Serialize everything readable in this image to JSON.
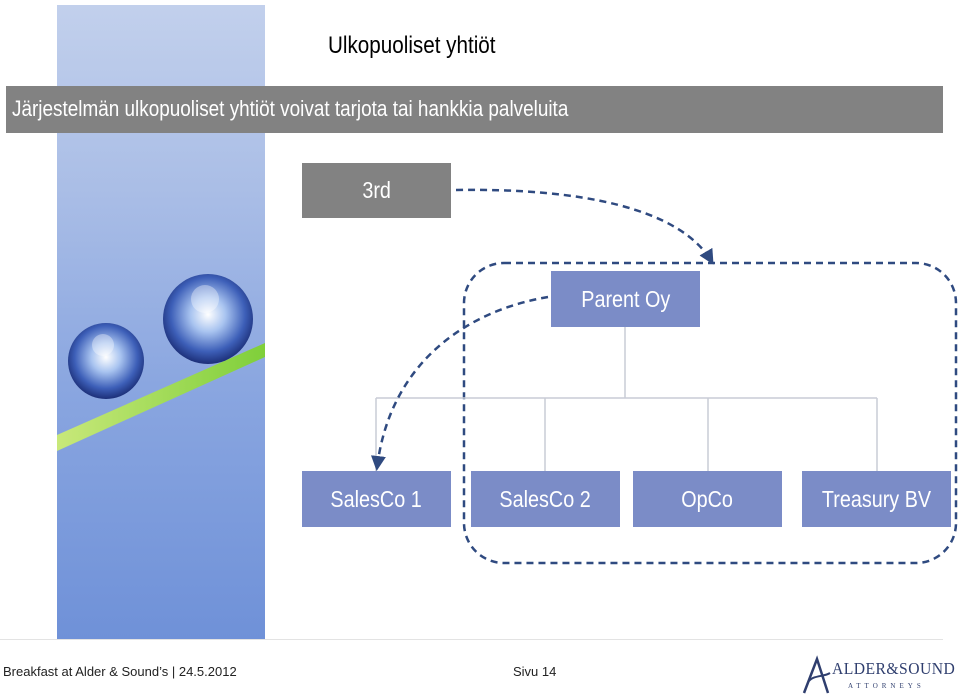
{
  "slide": {
    "title": "Ulkopuoliset yhtiöt",
    "subtitle": "Järjestelmän ulkopuoliset yhtiöt voivat tarjota tai hankkia palveluita"
  },
  "diagram": {
    "external": "3rd",
    "parent": "Parent Oy",
    "subsidiaries": [
      "SalesCo 1",
      "SalesCo 2",
      "OpCo",
      "Treasury BV"
    ]
  },
  "footer": {
    "text": "Breakfast at Alder & Sound’s | 24.5.2012",
    "page": "Sivu 14"
  },
  "logo": {
    "name": "ALDER&SOUND",
    "sub": "ATTORNEYS"
  },
  "colors": {
    "node": "#7b8cc7",
    "external_node": "#828282",
    "subtitle_bar": "#828282",
    "dashed_outline": "#2f4a80"
  }
}
